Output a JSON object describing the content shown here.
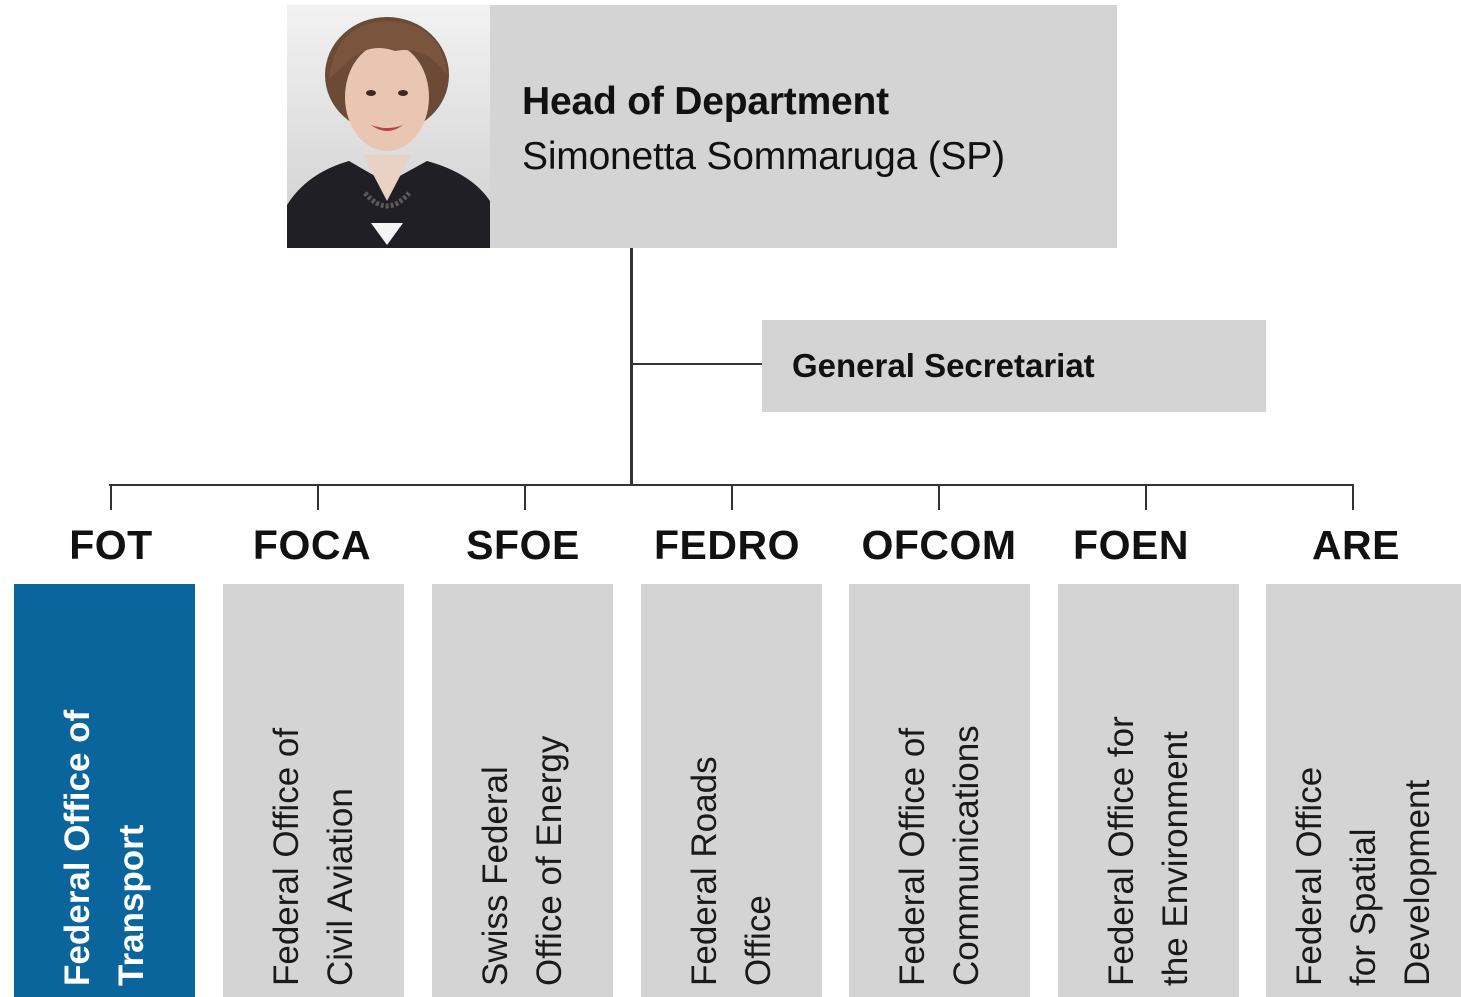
{
  "head": {
    "title": "Head of Department",
    "name": "Simonetta Sommaruga (SP)"
  },
  "secretariat": {
    "label": "General Secretariat"
  },
  "offices": [
    {
      "abbr": "FOT",
      "name": "Federal Office of\nTransport"
    },
    {
      "abbr": "FOCA",
      "name": "Federal Office of\nCivil Aviation"
    },
    {
      "abbr": "SFOE",
      "name": "Swiss Federal\nOffice of Energy"
    },
    {
      "abbr": "FEDRO",
      "name": "Federal Roads\nOffice"
    },
    {
      "abbr": "OFCOM",
      "name": "Federal Office of\nCommunications"
    },
    {
      "abbr": "FOEN",
      "name": "Federal Office for\nthe Environment"
    },
    {
      "abbr": "ARE",
      "name": "Federal Office\nfor Spatial\nDevelopment"
    }
  ],
  "colors": {
    "box": "#d4d4d4",
    "highlight": "#0a659c",
    "connector": "#333333"
  }
}
